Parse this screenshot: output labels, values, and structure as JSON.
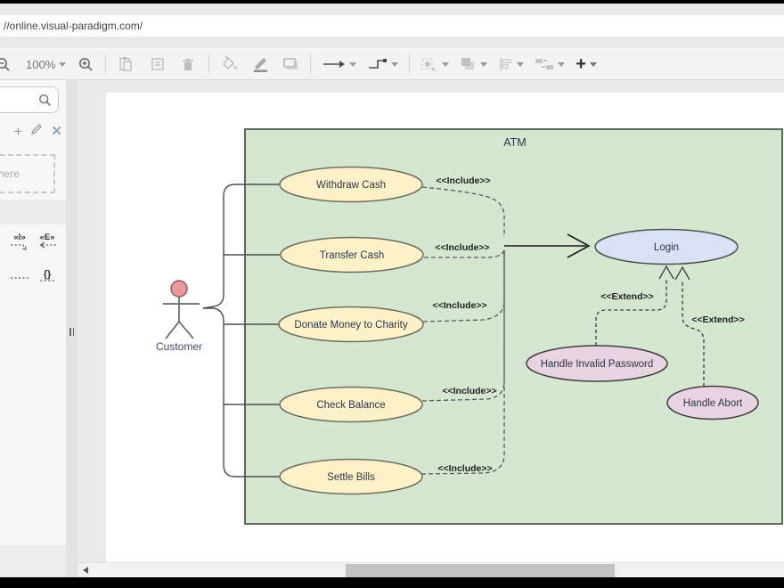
{
  "browser": {
    "url": "//online.visual-paradigm.com/"
  },
  "toolbar": {
    "zoom_level": "100%"
  },
  "sidebar": {
    "drop_hint": "here",
    "palette": {
      "include_glyph": "«I»",
      "extend_glyph": "«E»",
      "constraint_glyph": "{}"
    }
  },
  "diagram": {
    "title": "ATM",
    "actor_label": "Customer",
    "use_cases": [
      {
        "label": "Withdraw Cash"
      },
      {
        "label": "Transfer Cash"
      },
      {
        "label": "Donate Money to Charity"
      },
      {
        "label": "Check Balance"
      },
      {
        "label": "Settle Bills"
      },
      {
        "label": "Login"
      },
      {
        "label": "Handle Invalid Password"
      },
      {
        "label": "Handle Abort"
      }
    ],
    "include_labels": [
      "<<Include>>",
      "<<Include>>",
      "<<Include>>",
      "<<Include>>",
      "<<Include>>"
    ],
    "extend_labels": [
      "<<Extend>>",
      "<<Extend>>"
    ],
    "colors": {
      "boundary_fill": "#d5e7d1",
      "use_case_fill": "#fdf1c9",
      "login_fill": "#d9e2f5",
      "extend_fill": "#e8d3e1",
      "actor_head_fill": "#e9989b"
    }
  }
}
